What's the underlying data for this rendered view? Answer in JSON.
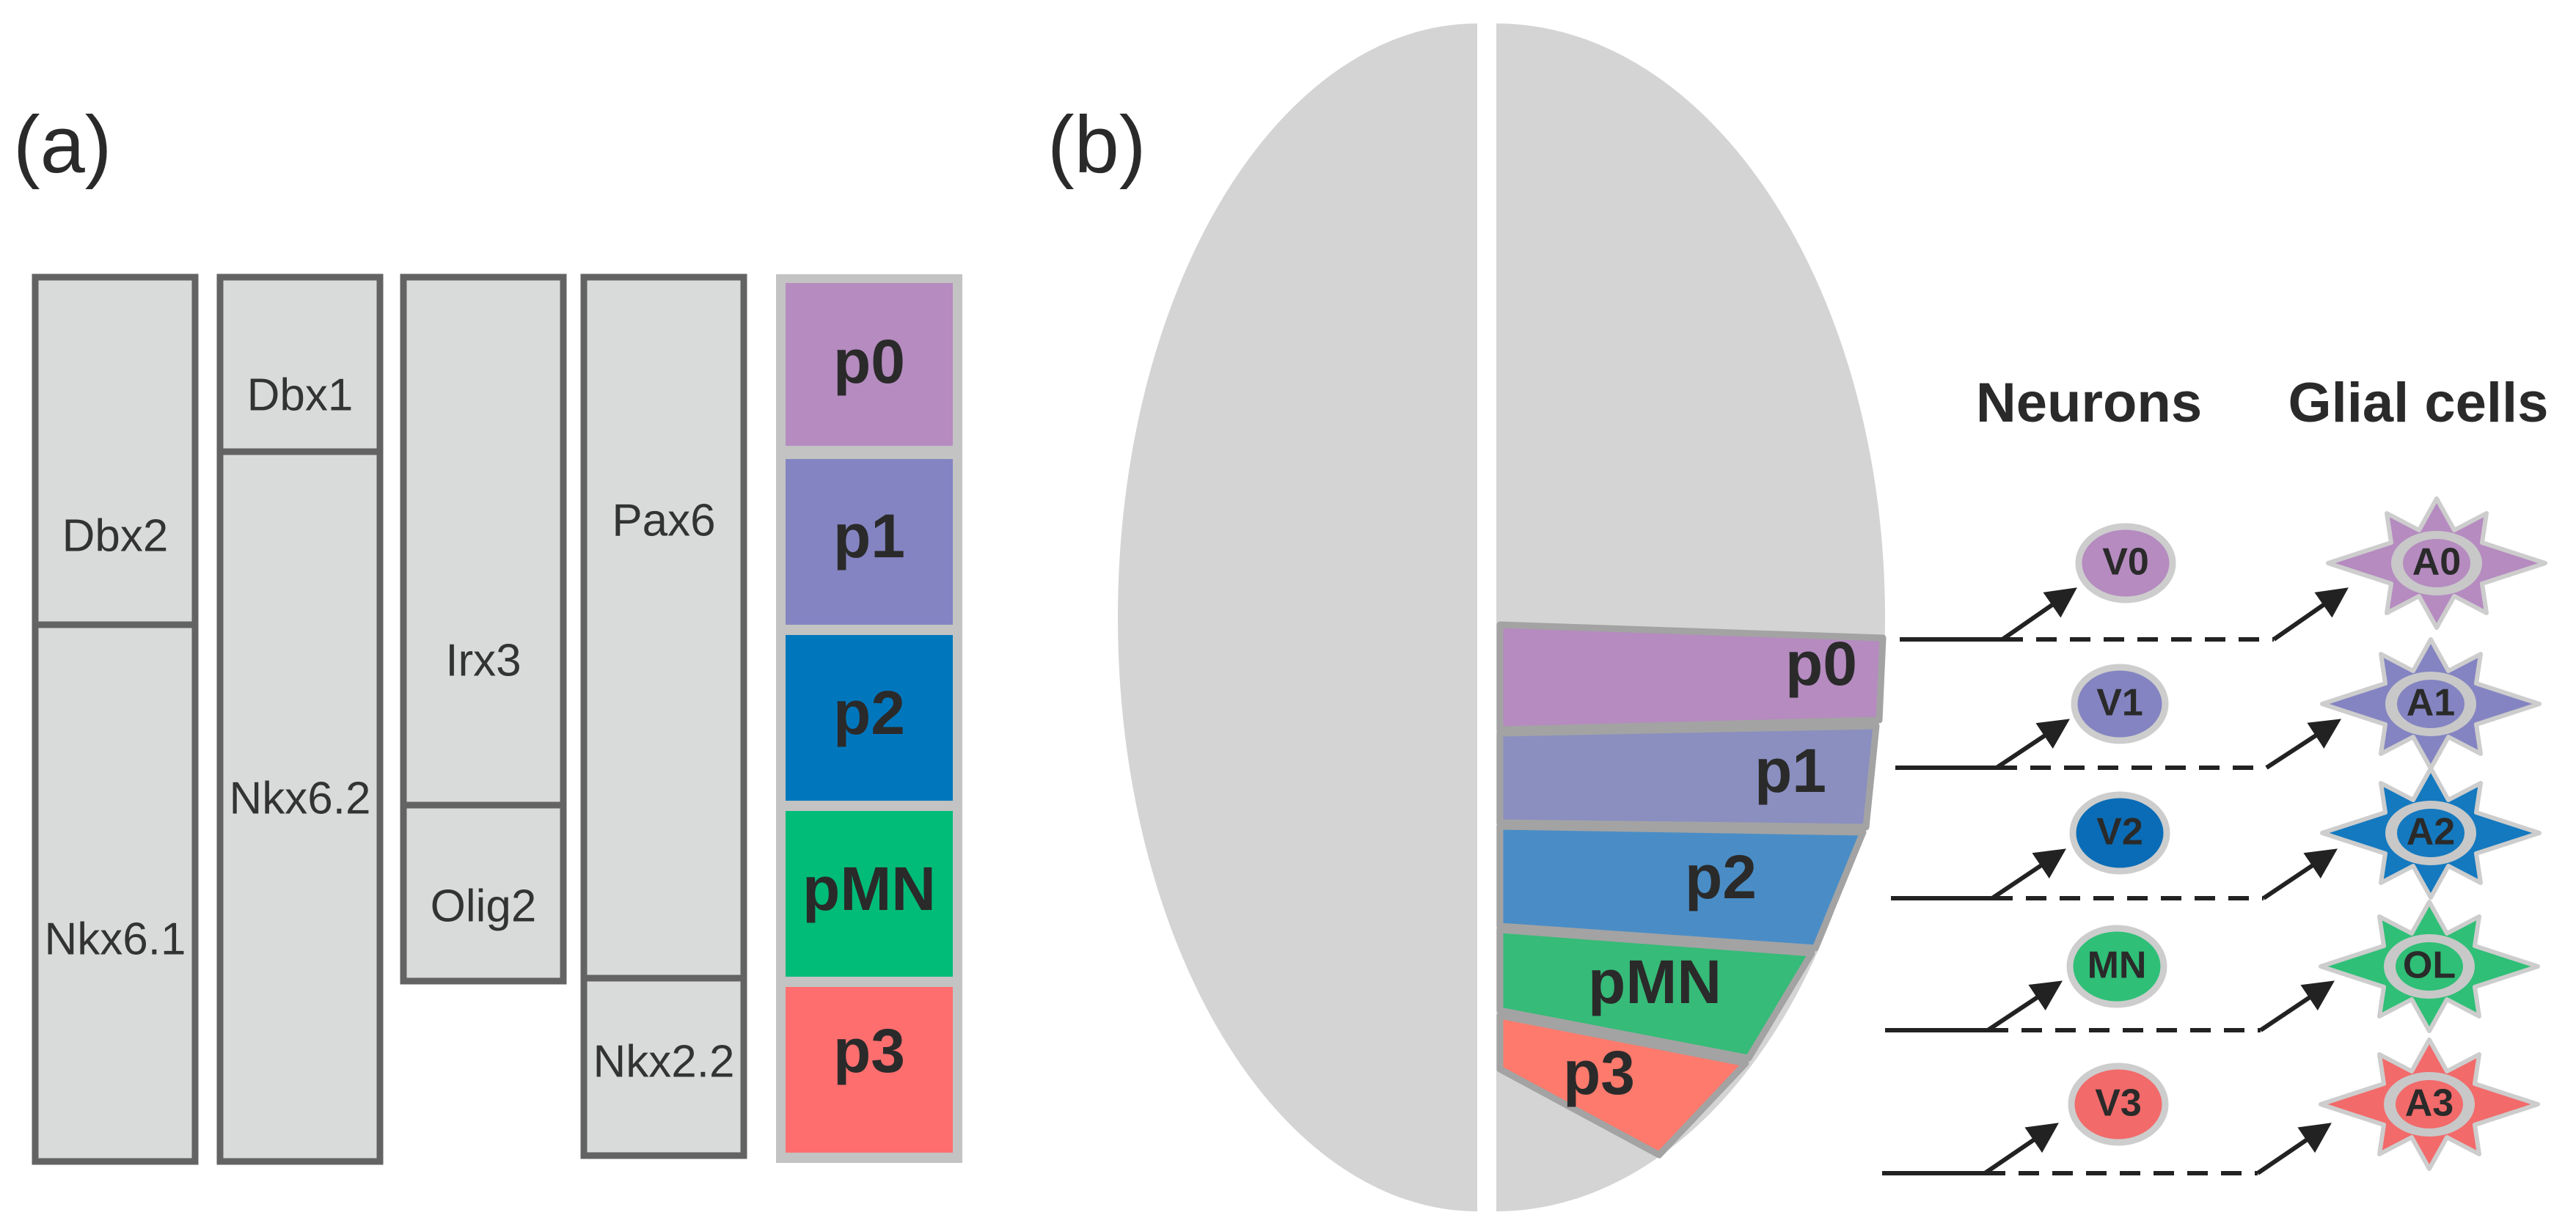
{
  "panel_a": {
    "label": "(a)",
    "genes": [
      "Dbx2",
      "Nkx6.1",
      "Dbx1",
      "Nkx6.2",
      "Irx3",
      "Olig2",
      "Pax6",
      "Nkx2.2"
    ],
    "domains": [
      {
        "label": "p0",
        "color": "#b58bc0"
      },
      {
        "label": "p1",
        "color": "#8484c2"
      },
      {
        "label": "p2",
        "color": "#0077bd"
      },
      {
        "label": "pMN",
        "color": "#00bc78"
      },
      {
        "label": "p3",
        "color": "#ff6e6e"
      }
    ]
  },
  "panel_b": {
    "label": "(b)",
    "slices": [
      {
        "label": "p0",
        "color": "#b58bc0"
      },
      {
        "label": "p1",
        "color": "#8a8fc0"
      },
      {
        "label": "p2",
        "color": "#4a8dc6"
      },
      {
        "label": "pMN",
        "color": "#36bb78"
      },
      {
        "label": "p3",
        "color": "#fd7a6c"
      }
    ],
    "neurons_header": "Neurons",
    "glial_header": "Glial cells",
    "neurons": [
      {
        "label": "V0",
        "color": "#b58bc0"
      },
      {
        "label": "V1",
        "color": "#8484c2"
      },
      {
        "label": "V2",
        "color": "#0a6cb6"
      },
      {
        "label": "MN",
        "color": "#2fbf77"
      },
      {
        "label": "V3",
        "color": "#f26a6a"
      }
    ],
    "glia": [
      {
        "label": "A0",
        "color": "#b58bc0"
      },
      {
        "label": "A1",
        "color": "#8484c2"
      },
      {
        "label": "A2",
        "color": "#1479bf"
      },
      {
        "label": "OL",
        "color": "#2fbf77"
      },
      {
        "label": "A3",
        "color": "#f26a6a"
      }
    ]
  }
}
